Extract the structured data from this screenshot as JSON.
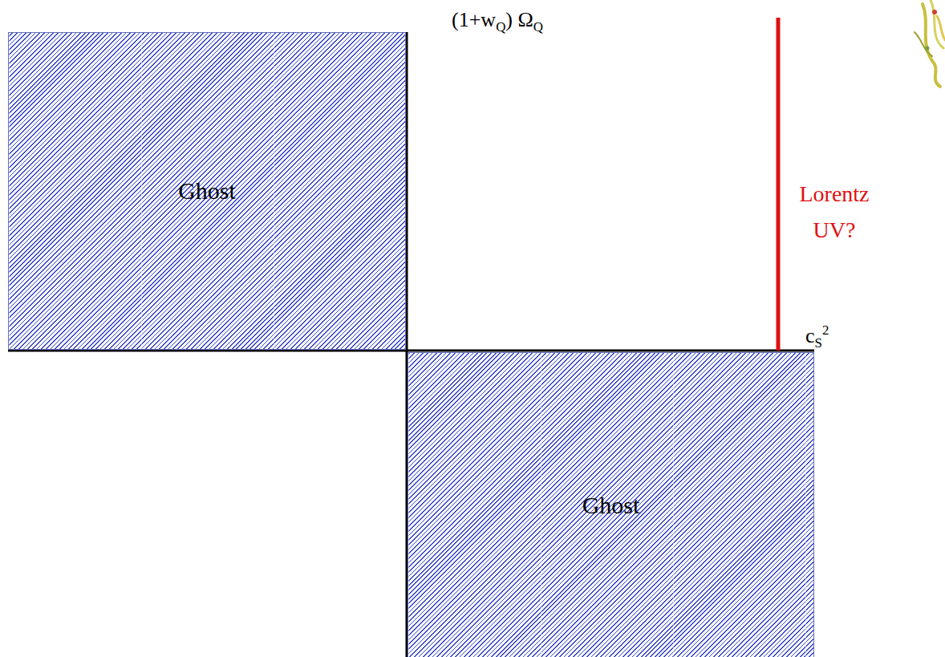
{
  "diagram": {
    "nodes": [
      {
        "text": [
          "Ghost"
        ]
      },
      {
        "text": [
          "Ghost"
        ]
      }
    ],
    "labels": [
      "(1+wQ) ΩQ",
      "cS2",
      "Lorentz UV?"
    ]
  }
}
